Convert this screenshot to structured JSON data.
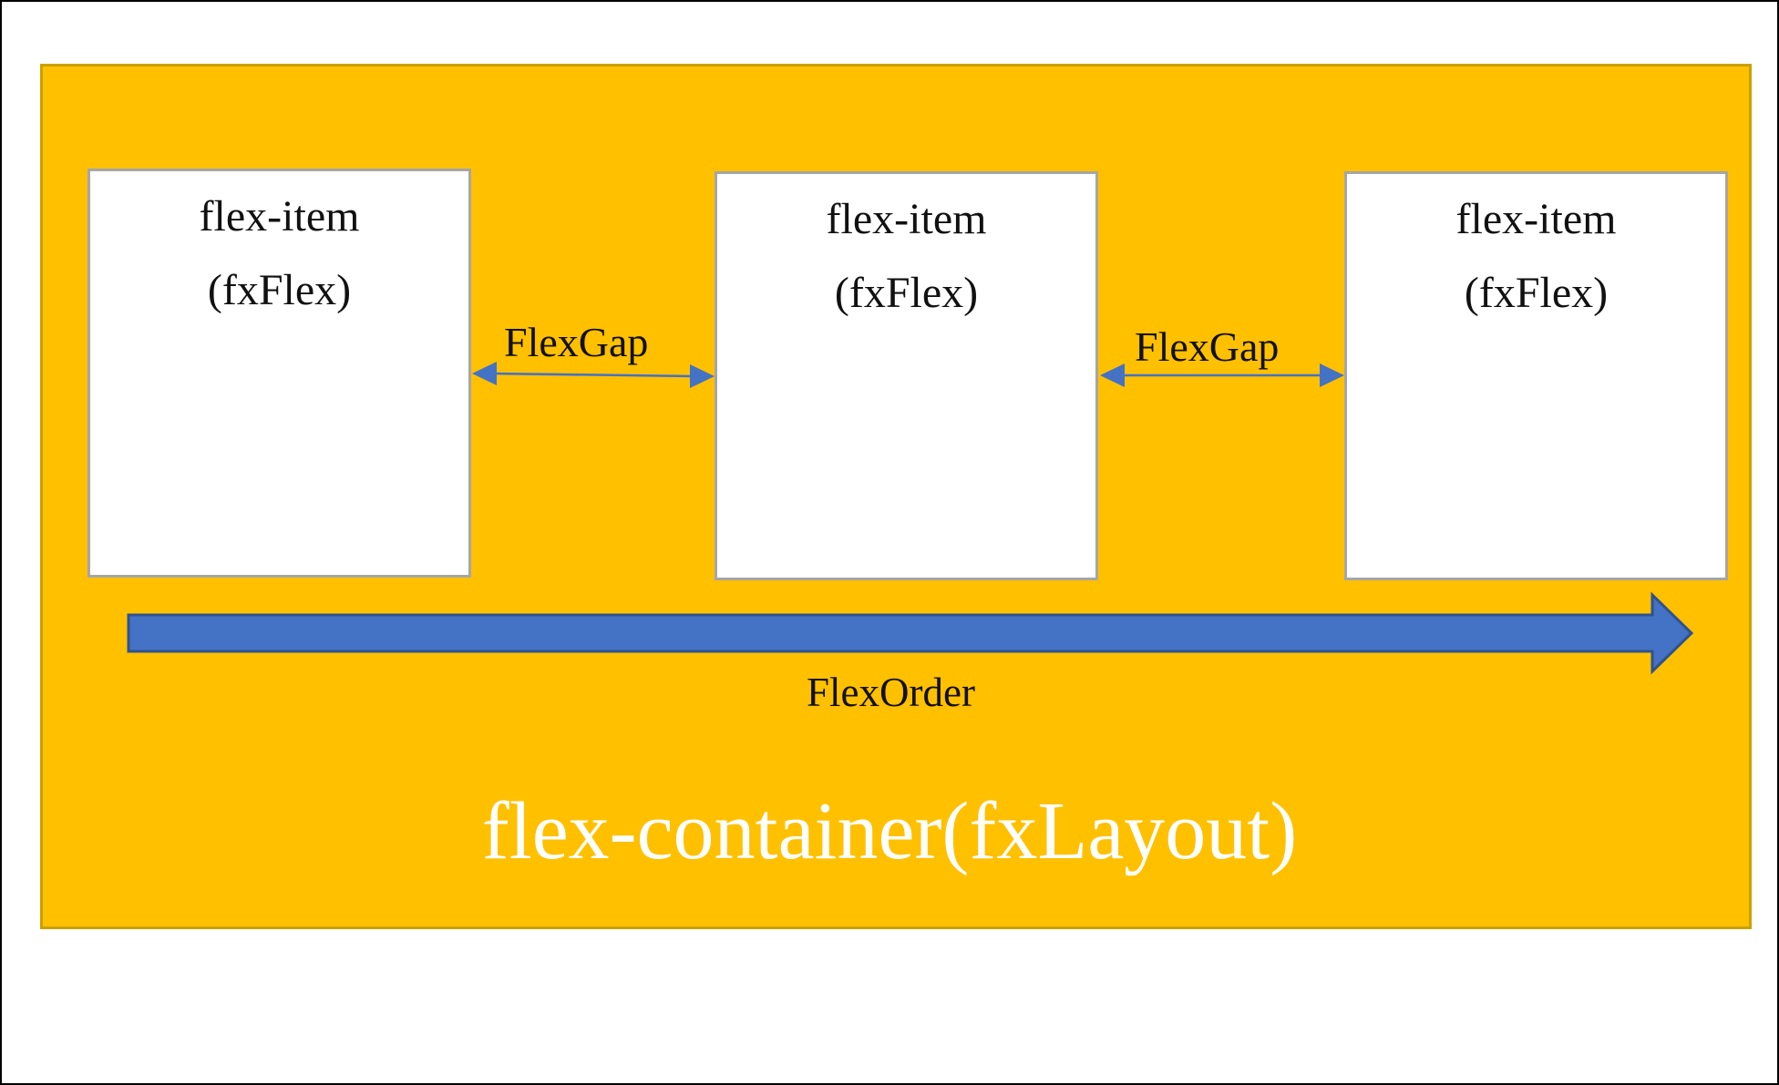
{
  "colors": {
    "container_fill": "#ffc000",
    "container_border": "#c9a100",
    "item_fill": "#ffffff",
    "item_border": "#a6a6a6",
    "arrow_fill": "#4472c4",
    "arrow_stroke": "#2f528f",
    "container_label": "#ffffff",
    "text": "#111111"
  },
  "items": [
    {
      "title": "flex-item",
      "subtitle": "(fxFlex)"
    },
    {
      "title": "flex-item",
      "subtitle": "(fxFlex)"
    },
    {
      "title": "flex-item",
      "subtitle": "(fxFlex)"
    }
  ],
  "gaps": [
    {
      "label": "FlexGap"
    },
    {
      "label": "FlexGap"
    }
  ],
  "order": {
    "label": "FlexOrder"
  },
  "container": {
    "label": "flex-container(fxLayout)"
  }
}
